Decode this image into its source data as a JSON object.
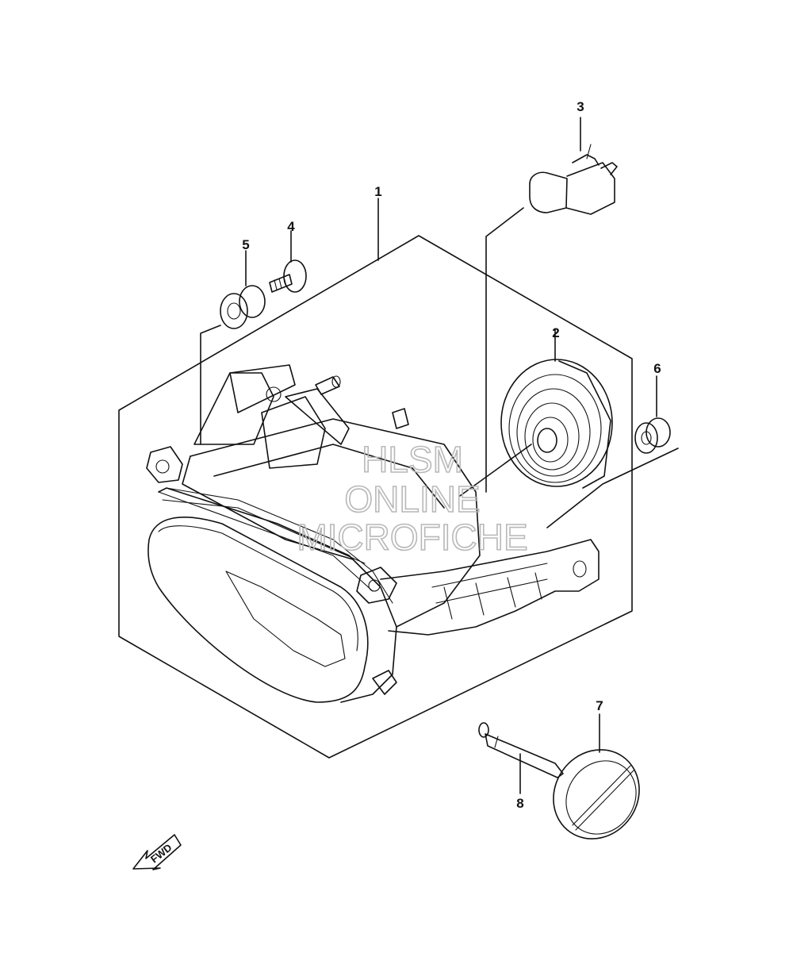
{
  "diagram": {
    "callouts": [
      {
        "id": "1",
        "label": "1"
      },
      {
        "id": "2",
        "label": "2"
      },
      {
        "id": "3",
        "label": "3"
      },
      {
        "id": "4",
        "label": "4"
      },
      {
        "id": "5",
        "label": "5"
      },
      {
        "id": "6",
        "label": "6"
      },
      {
        "id": "7",
        "label": "7"
      },
      {
        "id": "8",
        "label": "8"
      }
    ],
    "watermark": [
      "HLSM",
      "ONLINE",
      "MICROFICHE"
    ],
    "fwd_label": "FWD"
  }
}
